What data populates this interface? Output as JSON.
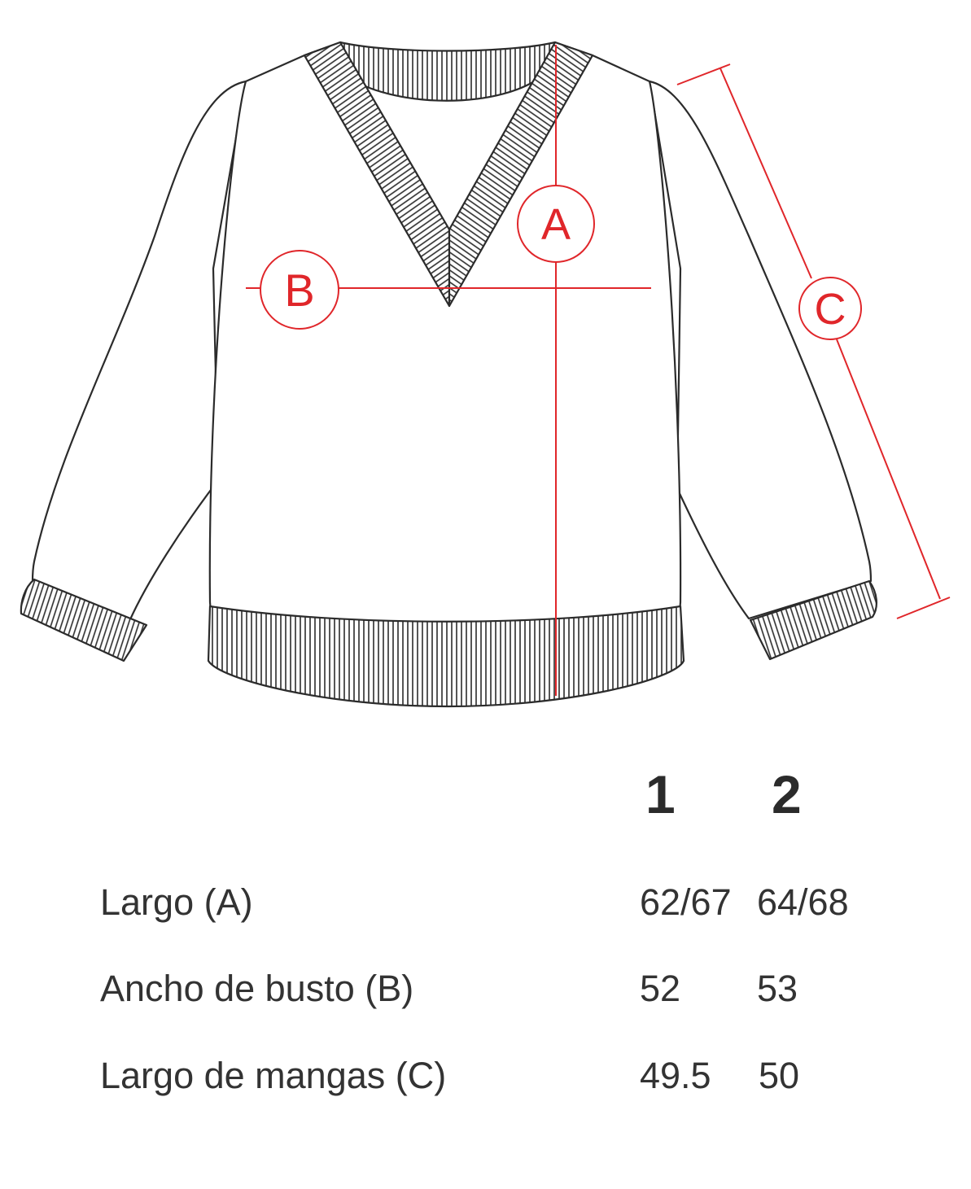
{
  "diagram": {
    "labels": {
      "a": "A",
      "b": "B",
      "c": "C"
    },
    "colors": {
      "outline": "#2b2b2b",
      "measure": "#e0262a",
      "background": "#ffffff"
    }
  },
  "table": {
    "sizes": [
      "1",
      "2"
    ],
    "rows": [
      {
        "label": "Largo (A)",
        "values": [
          "62/67",
          "64/68"
        ]
      },
      {
        "label": "Ancho de busto (B)",
        "values": [
          "52",
          "53"
        ]
      },
      {
        "label": "Largo de mangas (C)",
        "values": [
          "49.5",
          "50"
        ]
      }
    ]
  }
}
